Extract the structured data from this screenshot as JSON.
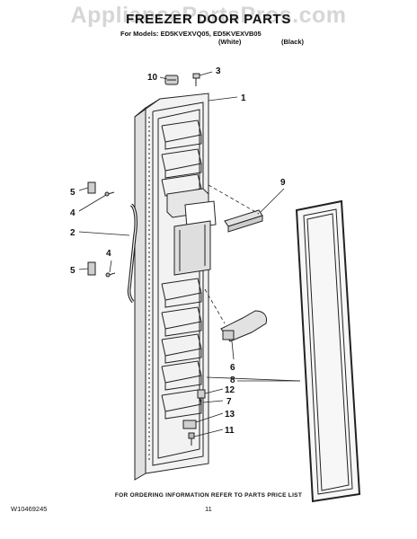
{
  "watermark": "AppliancePartsPros.com",
  "header": {
    "title": "FREEZER DOOR PARTS",
    "models": "For Models: ED5KVEXVQ05, ED5KVEXVB05",
    "variant_white": "(White)",
    "variant_black": "(Black)"
  },
  "callouts": {
    "c1": "1",
    "c2": "2",
    "c3": "3",
    "c4a": "4",
    "c4b": "4",
    "c5a": "5",
    "c5b": "5",
    "c6": "6",
    "c7": "7",
    "c8": "8",
    "c9": "9",
    "c10": "10",
    "c11": "11",
    "c12": "12",
    "c13": "13"
  },
  "footer": {
    "note": "FOR ORDERING INFORMATION REFER TO PARTS PRICE LIST",
    "doc_number": "W10469245",
    "page_number": "11"
  }
}
